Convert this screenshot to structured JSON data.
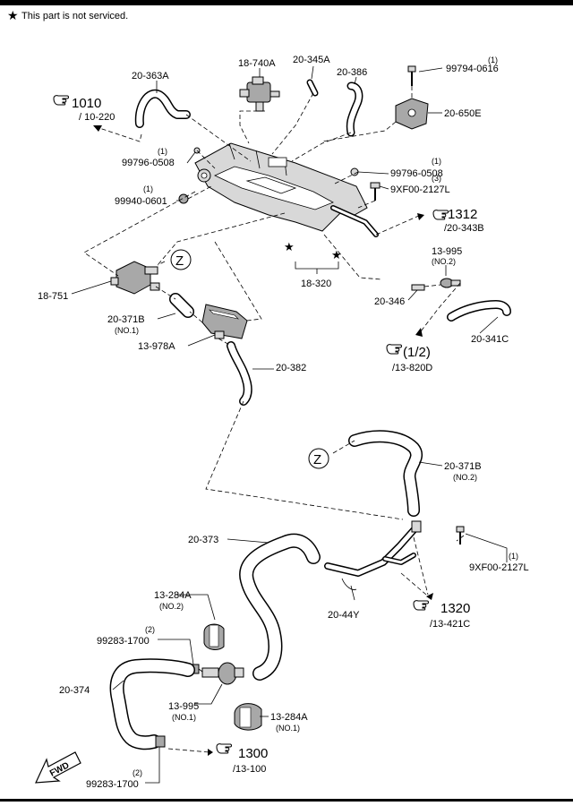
{
  "header": {
    "note": "This part is not serviced."
  },
  "labels": {
    "l_20_363A": "20-363A",
    "l_18_740A": "18-740A",
    "l_20_345A": "20-345A",
    "l_20_386": "20-386",
    "l_99794_q": "(1)",
    "l_99794": "99794-0616",
    "l_20_650E": "20-650E",
    "l_ref1010": "1010",
    "l_ref1010_sub": "/ 10-220",
    "l_99796a_q": "(1)",
    "l_99796a": "99796-0508",
    "l_99940_q": "(1)",
    "l_99940": "99940-0601",
    "l_99796b_q": "(1)",
    "l_99796b": "99796-0508",
    "l_9xf_a_q": "(3)",
    "l_9xf_a": "9XF00-2127L",
    "l_ref1312": "1312",
    "l_ref1312_sub": "/20-343B",
    "l_z1": "Z",
    "l_18_751": "18-751",
    "l_18_320": "18-320",
    "l_13_995a": "13-995",
    "l_13_995a_no": "(NO.2)",
    "l_20_346": "20-346",
    "l_20_371B_1": "20-371B",
    "l_20_371B_1_no": "(NO.1)",
    "l_13_978A": "13-978A",
    "l_20_341C": "20-341C",
    "l_ref12": "(1/2)",
    "l_ref12_sub": "/13-820D",
    "l_20_382": "20-382",
    "l_z2": "Z",
    "l_20_371B_2": "20-371B",
    "l_20_371B_2_no": "(NO.2)",
    "l_20_373": "20-373",
    "l_9xf_b_q": "(1)",
    "l_9xf_b": "9XF00-2127L",
    "l_13_284A_2": "13-284A",
    "l_13_284A_2_no": "(NO.2)",
    "l_99283a_q": "(2)",
    "l_99283a": "99283-1700",
    "l_20_44Y": "20-44Y",
    "l_ref1320": "1320",
    "l_ref1320_sub": "/13-421C",
    "l_20_374": "20-374",
    "l_13_995b": "13-995",
    "l_13_995b_no": "(NO.1)",
    "l_13_284A_1": "13-284A",
    "l_13_284A_1_no": "(NO.1)",
    "l_ref1300": "1300",
    "l_ref1300_sub": "/13-100",
    "l_99283b_q": "(2)",
    "l_99283b": "99283-1700",
    "l_fwd": "FWD"
  },
  "icons": {
    "star": "black-star-icon",
    "pointing_hand": "pointing-hand-icon",
    "fwd_arrow": "forward-direction-arrow-icon"
  }
}
